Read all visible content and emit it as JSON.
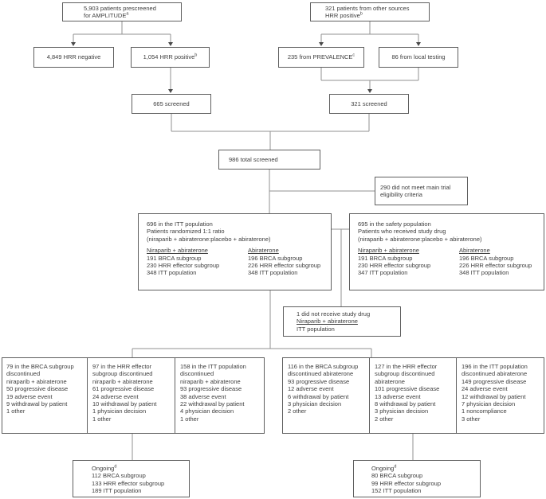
{
  "page": {
    "background_color": "#ffffff",
    "box_border_color": "#5f5f5f",
    "connector_color": "#919191",
    "text_color": "#3d3d3d"
  },
  "nodes": {
    "prescreened": {
      "line1": "5,903 patients prescreened",
      "line2": "for AMPLITUDE",
      "sup": "a"
    },
    "other_sources": {
      "line1": "321 patients from other sources",
      "line2": "HRR positive",
      "sup": "b"
    },
    "hrr_negative": {
      "label": "4,849 HRR negative"
    },
    "hrr_positive": {
      "label": "1,054 HRR positive",
      "sup": "b"
    },
    "prevalence": {
      "label": "235 from PREVALENCE",
      "sup": "c"
    },
    "local_testing": {
      "label": "86 from local testing"
    },
    "screened_amplitude": {
      "label": "665 screened"
    },
    "screened_other": {
      "label": "321 screened"
    },
    "total_screened": {
      "label": "986 total screened"
    },
    "not_eligible": {
      "lines": [
        "290 did not meet main trial",
        "eligibility criteria"
      ]
    },
    "itt_population": {
      "intro": [
        "696 in the ITT population",
        "Patients randomized 1:1 ratio",
        "(niraparib + abiraterone:placebo + abiraterone)"
      ],
      "col1_header": "Niraparib + abiraterone",
      "col1_lines": [
        "191 BRCA subgroup",
        "230 HRR effector subgroup",
        "348 ITT population"
      ],
      "col2_header": "Abiraterone",
      "col2_lines": [
        "196 BRCA subgroup",
        "226 HRR effector subgroup",
        "348 ITT population"
      ]
    },
    "safety_population": {
      "intro": [
        "695 in the safety population",
        "Patients who received study drug",
        "(niraparib + abiraterone:placebo + abiraterone)"
      ],
      "col1_header": "Niraparib + abiraterone",
      "col1_lines": [
        "191 BRCA subgroup",
        "230 HRR effector subgroup",
        "347 ITT population"
      ],
      "col2_header": "Abiraterone",
      "col2_lines": [
        "196 BRCA subgroup",
        "226 HRR effector subgroup",
        "348 ITT population"
      ]
    },
    "no_study_drug": {
      "line1": "1 did not receive study drug",
      "line2": "Niraparib + abiraterone",
      "line3": "ITT population"
    },
    "disc_nira_brca": {
      "lines": [
        "79 in the BRCA subgroup",
        "discontinued",
        "niraparib + abiraterone",
        "50 progressive disease",
        "19 adverse event",
        "9 withdrawal by patient",
        "1 other"
      ]
    },
    "disc_nira_hrr": {
      "lines": [
        "97 in the HRR effector",
        "subgroup discontinued",
        "niraparib + abiraterone",
        "61 progressive disease",
        "24 adverse event",
        "10 withdrawal by patient",
        "1 physician decision",
        "1 other"
      ]
    },
    "disc_nira_itt": {
      "lines": [
        "158 in the ITT population",
        "discontinued",
        "niraparib + abiraterone",
        "93 progressive disease",
        "38 adverse event",
        "22 withdrawal by patient",
        "4 physician decision",
        "1 other"
      ]
    },
    "disc_abi_brca": {
      "lines": [
        "116 in the BRCA subgroup",
        "discontinued abiraterone",
        "93 progressive disease",
        "12 adverse event",
        "6 withdrawal by patient",
        "3 physician decision",
        "2 other"
      ]
    },
    "disc_abi_hrr": {
      "lines": [
        "127 in the HRR effector",
        "subgroup discontinued",
        "abiraterone",
        "101 progressive disease",
        "13 adverse event",
        "8 withdrawal by patient",
        "3 physician decision",
        "2 other"
      ]
    },
    "disc_abi_itt": {
      "lines": [
        "196 in the ITT population",
        "discontinued abiraterone",
        "149 progressive disease",
        "24 adverse event",
        "12 withdrawal by patient",
        "7 physician decision",
        "1 noncompliance",
        "3 other"
      ]
    },
    "ongoing_nira": {
      "header": "Ongoing",
      "sup": "d",
      "lines": [
        "112 BRCA subgroup",
        "133 HRR effector subgroup",
        "189 ITT population"
      ]
    },
    "ongoing_abi": {
      "header": "Ongoing",
      "sup": "d",
      "lines": [
        "80 BRCA subgroup",
        "99 HRR effector subgroup",
        "152 ITT population"
      ]
    }
  }
}
